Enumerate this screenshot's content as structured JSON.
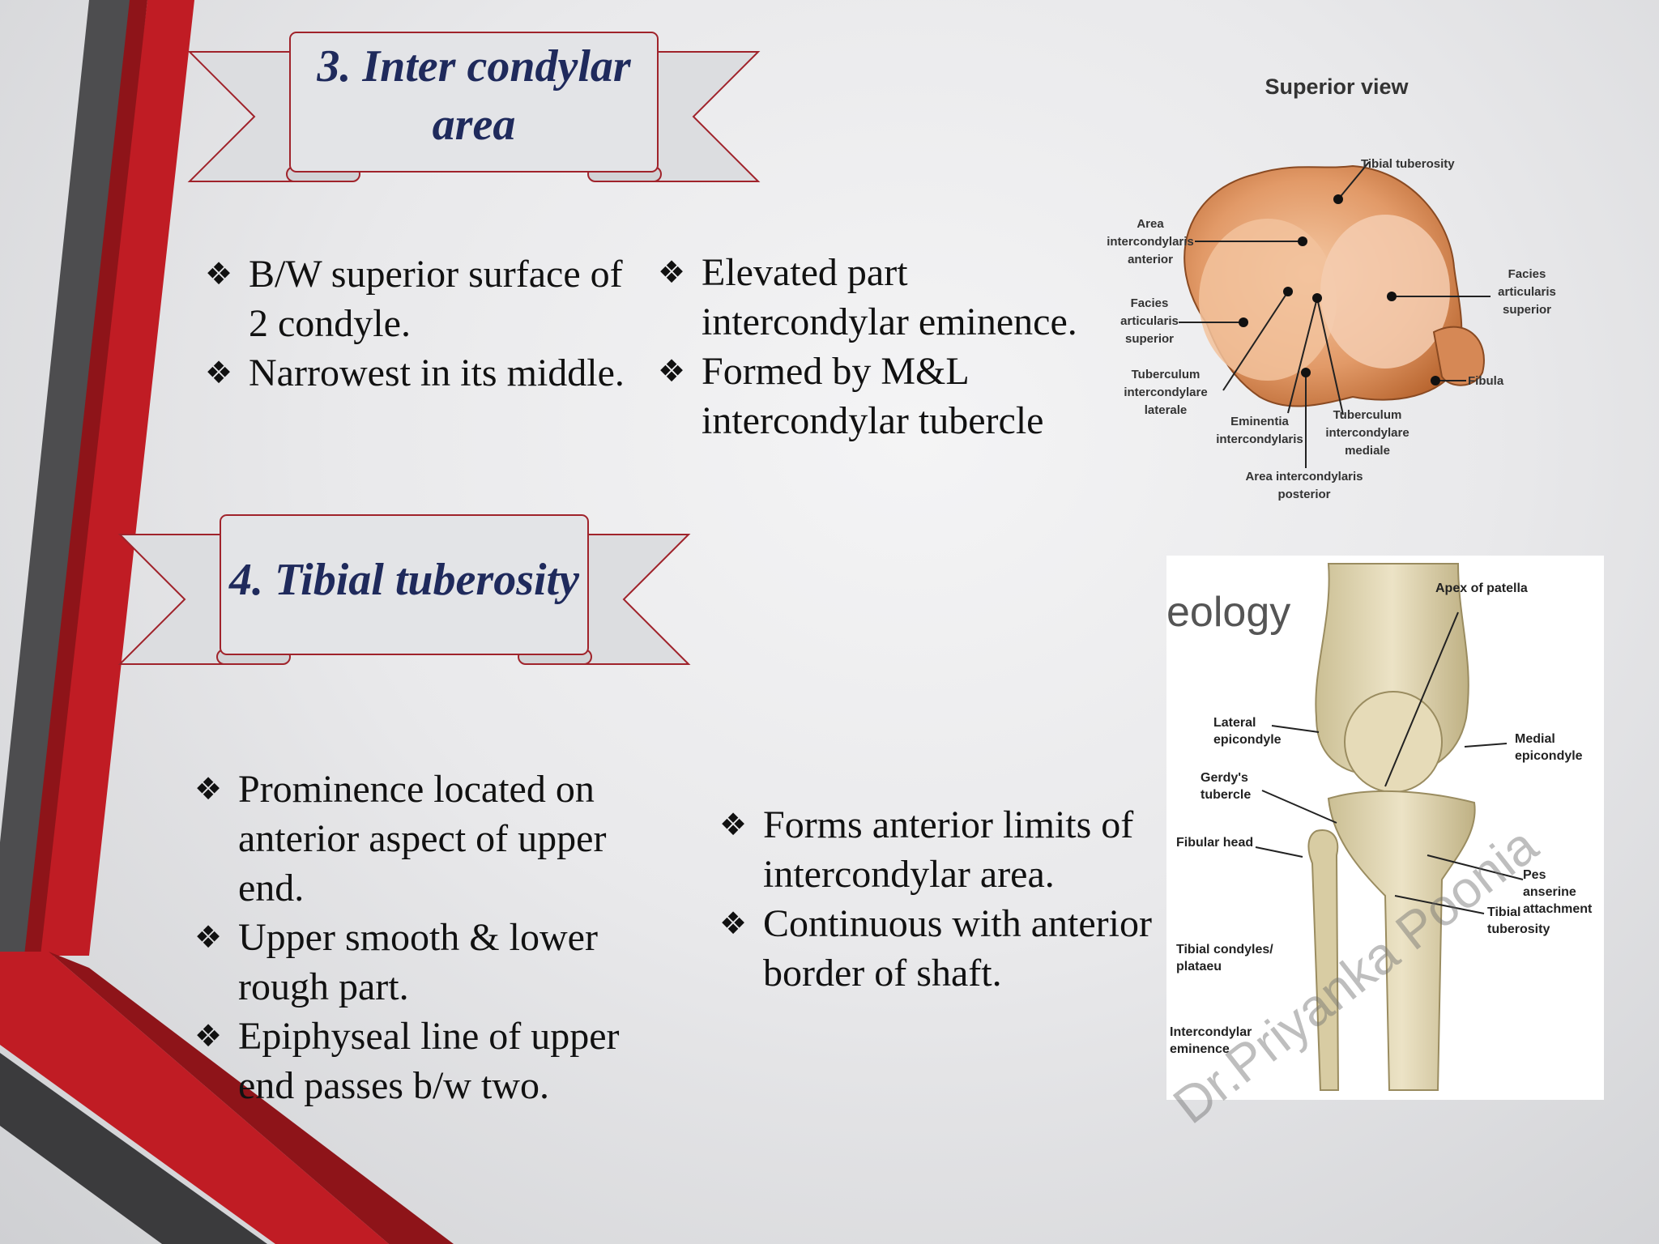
{
  "section3": {
    "title_line1": "3. Inter condylar",
    "title_line2": "area",
    "left_bullets": [
      "B/W superior surface of 2 condyle.",
      "Narrowest in its middle."
    ],
    "right_bullets": [
      "Elevated part intercondylar eminence.",
      "Formed by M&L intercondylar tubercle"
    ]
  },
  "section4": {
    "title": "4. Tibial tuberosity",
    "left_bullets": [
      "Prominence located on anterior aspect of upper end.",
      "Upper smooth & lower rough part.",
      "Epiphyseal line of upper end passes b/w two."
    ],
    "right_bullets": [
      "Forms anterior limits of intercondylar area.",
      "Continuous with anterior border of shaft."
    ]
  },
  "bullet_symbol": "❖",
  "figure_superior": {
    "heading": "Superior view",
    "labels": {
      "tibial_tuberosity": "Tibial tuberosity",
      "area_anterior": "Area intercondylaris anterior",
      "facies_lateral": "Facies articularis superior",
      "facies_medial": "Facies articularis superior",
      "fibula": "Fibula",
      "tuberculum_laterale": "Tuberculum intercondylare laterale",
      "eminentia": "Eminentia intercondylaris",
      "tuberculum_mediale": "Tuberculum intercondylare mediale",
      "area_posterior": "Area intercondylaris posterior"
    }
  },
  "figure_knee": {
    "fragment_text": "eology",
    "labels": {
      "apex_patella": "Apex of patella",
      "lateral_epicondyle": "Lateral epicondyle",
      "medial_epicondyle": "Medial epicondyle",
      "gerdys_tubercle": "Gerdy's tubercle",
      "fibular_head": "Fibular head",
      "pes_anserine": "Pes anserine attachment",
      "tibial_tuberosity": "Tibial tuberosity",
      "tibial_condyles": "Tibial condyles/ plataeu",
      "intercondylar_eminence": "Intercondylar eminence"
    }
  },
  "watermark": "Dr.Priyanka Poonia",
  "colors": {
    "title_text": "#1f2a5c",
    "banner_stroke": "#a0232b",
    "accent_red": "#b51c22",
    "accent_gray": "#4a4a4a"
  }
}
